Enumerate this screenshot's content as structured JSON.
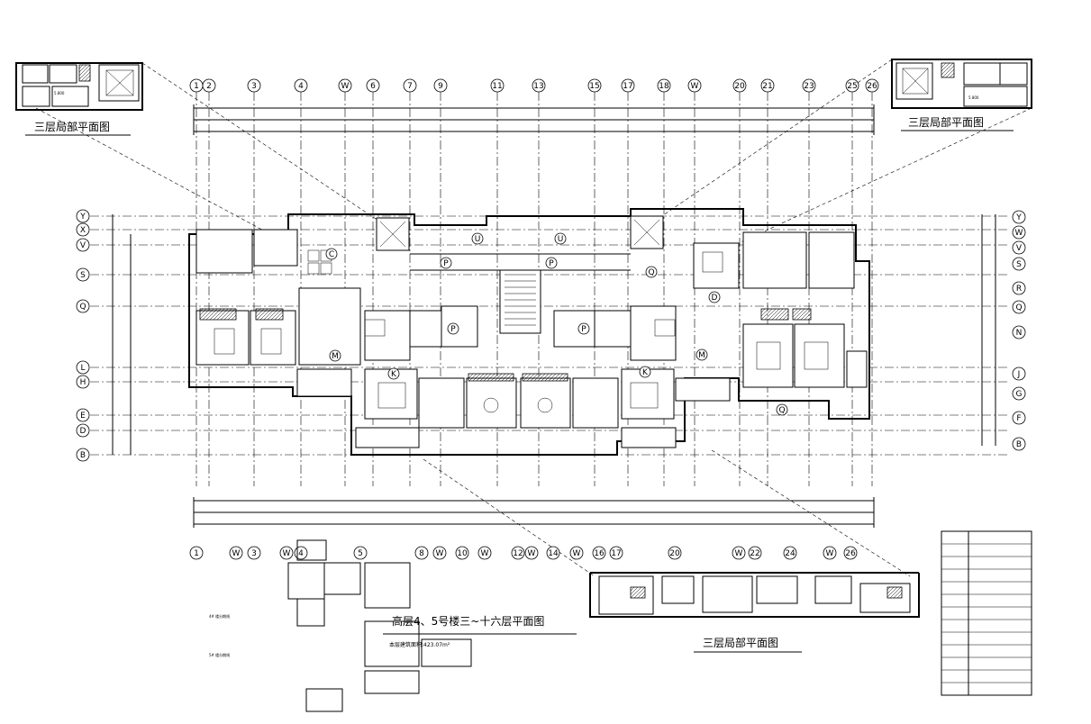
{
  "titles": {
    "partial_plan_tl": "三层局部平面图",
    "partial_plan_tr": "三层局部平面图",
    "partial_plan_bottom": "三层局部平面图",
    "main_title": "高层4、5号楼三~十六层平面图"
  },
  "area_note": "本层建筑面积:423.07m²",
  "top_axis_labels": [
    "1",
    "2",
    "3",
    "4",
    "W",
    "6",
    "7",
    "9",
    "11",
    "13",
    "15",
    "17",
    "18",
    "W",
    "20",
    "21",
    "23",
    "25",
    "26"
  ],
  "bottom_axis_labels": [
    "1",
    "W",
    "3",
    "W",
    "4",
    "5",
    "8",
    "W",
    "10",
    "W",
    "12",
    "W",
    "14",
    "W",
    "16",
    "17",
    "20",
    "W",
    "22",
    "24",
    "W",
    "26"
  ],
  "left_axis_labels": [
    "Y",
    "X",
    "V",
    "S",
    "Q",
    "L",
    "H",
    "E",
    "D",
    "B"
  ],
  "right_axis_labels": [
    "Y",
    "W",
    "V",
    "S",
    "R",
    "Q",
    "N",
    "J",
    "G",
    "F",
    "B"
  ],
  "room_labels": [
    "P",
    "P",
    "P",
    "P",
    "K",
    "K",
    "C",
    "D",
    "M",
    "M",
    "U",
    "U",
    "Q",
    "Q"
  ]
}
